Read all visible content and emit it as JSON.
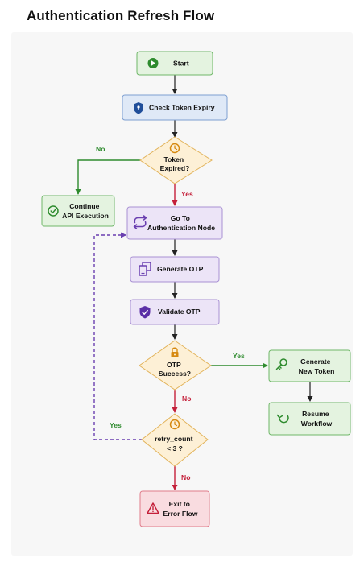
{
  "title": "Authentication Refresh Flow",
  "colors": {
    "green": "#2e8b2e",
    "red": "#c4203a",
    "purple": "#6a3fb0",
    "dark": "#222222"
  },
  "nodes": {
    "start": {
      "label": [
        "Start"
      ],
      "icon": "play-icon"
    },
    "check": {
      "label": [
        "Check Token Expiry"
      ],
      "icon": "shield-icon"
    },
    "expired": {
      "label": [
        "Token",
        "Expired?"
      ],
      "icon": "clock-icon"
    },
    "continue": {
      "label": [
        "Continue",
        "API Execution"
      ],
      "icon": "check-circle-icon"
    },
    "goto": {
      "label": [
        "Go To",
        "Authentication Node"
      ],
      "icon": "redirect-icon"
    },
    "generate_otp": {
      "label": [
        "Generate OTP"
      ],
      "icon": "devices-icon"
    },
    "validate_otp": {
      "label": [
        "Validate OTP"
      ],
      "icon": "shield-check-icon"
    },
    "otp_success": {
      "label": [
        "OTP",
        "Success?"
      ],
      "icon": "lock-icon"
    },
    "new_token": {
      "label": [
        "Generate",
        "New Token"
      ],
      "icon": "key-icon"
    },
    "resume": {
      "label": [
        "Resume",
        "Workflow"
      ],
      "icon": "refresh-icon"
    },
    "retry": {
      "label": [
        "retry_count",
        "< 3 ?"
      ],
      "icon": "clock-icon"
    },
    "error": {
      "label": [
        "Exit to",
        "Error Flow"
      ],
      "icon": "warning-icon"
    }
  },
  "edges": {
    "expired_no": "No",
    "expired_yes": "Yes",
    "otp_yes": "Yes",
    "otp_no": "No",
    "retry_yes": "Yes",
    "retry_no": "No"
  }
}
